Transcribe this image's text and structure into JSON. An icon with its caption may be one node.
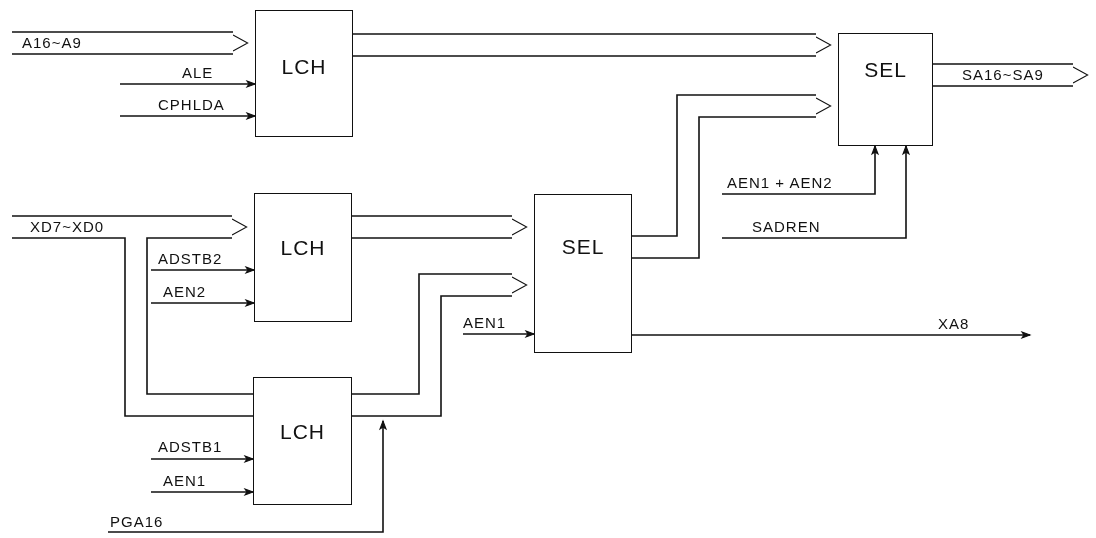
{
  "diagram": {
    "nodes": [
      {
        "text": [
          "LCH"
        ]
      },
      {
        "text": [
          "SEL"
        ]
      },
      {
        "text": [
          "LCH"
        ]
      },
      {
        "text": [
          "SEL"
        ]
      },
      {
        "text": [
          "LCH"
        ]
      },
      {
        "text": [
          "PGA16"
        ]
      }
    ],
    "edges": [
      {
        "from": null,
        "to": 0,
        "arrow": "to",
        "label": "A16~A9",
        "style": "thick"
      },
      {
        "from": null,
        "to": 0,
        "arrow": "to",
        "label": "ALE"
      },
      {
        "from": null,
        "to": 0,
        "arrow": "to",
        "label": "CPHLDA"
      },
      {
        "from": 0,
        "to": 1,
        "arrow": "to",
        "style": "thick"
      },
      {
        "from": null,
        "to": 2,
        "arrow": "to",
        "label": "XD7~XD0",
        "style": "thick"
      },
      {
        "from": null,
        "to": 4,
        "arrow": "none",
        "style": "thick"
      },
      {
        "from": null,
        "to": 2,
        "arrow": "to",
        "label": "ADSTB2"
      },
      {
        "from": null,
        "to": 2,
        "arrow": "to",
        "label": "AEN2"
      },
      {
        "from": 2,
        "to": 3,
        "arrow": "to",
        "style": "thick"
      },
      {
        "from": 4,
        "to": 3,
        "arrow": "to",
        "style": "thick"
      },
      {
        "from": null,
        "to": 4,
        "arrow": "to",
        "label": "ADSTB1"
      },
      {
        "from": null,
        "to": 4,
        "arrow": "to",
        "label": "AEN1"
      },
      {
        "from": 5,
        "to": null,
        "arrow": "to"
      },
      {
        "from": null,
        "to": 3,
        "arrow": "to",
        "label": "AEN1"
      },
      {
        "from": 3,
        "to": 1,
        "arrow": "to",
        "style": "thick"
      },
      {
        "from": 3,
        "to": null,
        "arrow": "to",
        "label": "XA8"
      },
      {
        "from": 1,
        "to": null,
        "arrow": "to",
        "label": "SA16~SA9",
        "style": "thick"
      },
      {
        "from": null,
        "to": 1,
        "arrow": "to",
        "label": "AEN1 + AEN2"
      },
      {
        "from": null,
        "to": 1,
        "arrow": "to",
        "label": "SADREN"
      }
    ]
  }
}
